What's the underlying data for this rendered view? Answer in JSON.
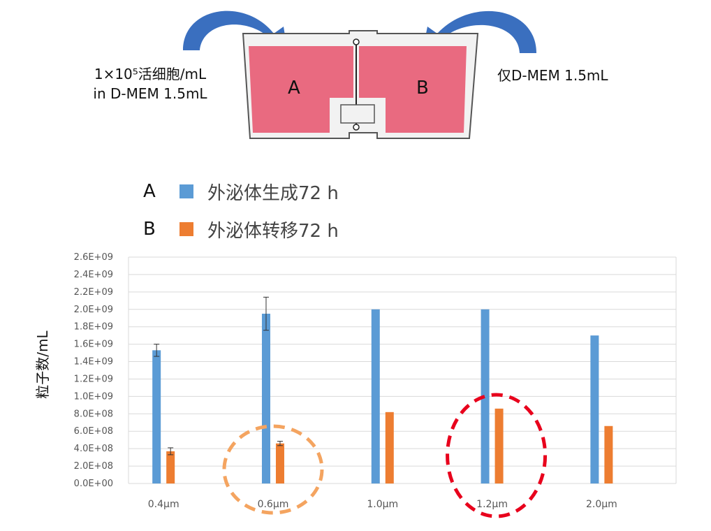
{
  "diagram": {
    "left_text_line1": "1×10⁵活细胞/mL",
    "left_text_line2": "in D-MEM 1.5mL",
    "right_text": "仅D-MEM 1.5mL",
    "chamber_a_label": "A",
    "chamber_b_label": "B",
    "colors": {
      "medium": "#e96a80",
      "arrow": "#3a6fbf",
      "frame": "#555555"
    }
  },
  "legend": [
    {
      "key": "A",
      "text": "外泌体生成72 h",
      "color": "#5b9bd5"
    },
    {
      "key": "B",
      "text": "外泌体转移72 h",
      "color": "#ed7d31"
    }
  ],
  "chart_data": {
    "type": "bar",
    "ylabel": "粒子数/mL",
    "xlabel": "",
    "categories": [
      "0.4μm",
      "0.6μm",
      "1.0μm",
      "1.2μm",
      "2.0μm"
    ],
    "series": [
      {
        "name": "外泌体生成72 h",
        "color": "#5b9bd5",
        "values": [
          1530000000.0,
          1950000000.0,
          2000000000.0,
          2000000000.0,
          1700000000.0
        ],
        "errors": [
          70000000.0,
          190000000.0,
          null,
          null,
          null
        ]
      },
      {
        "name": "外泌体转移72 h",
        "color": "#ed7d31",
        "values": [
          370000000.0,
          460000000.0,
          820000000.0,
          860000000.0,
          660000000.0
        ],
        "errors": [
          40000000.0,
          25000000.0,
          null,
          null,
          null
        ]
      }
    ],
    "ylim": [
      0,
      2600000000.0
    ],
    "yticks": [
      "0.0E+00",
      "2.0E+08",
      "4.0E+08",
      "6.0E+08",
      "8.0E+08",
      "1.0E+09",
      "1.2E+09",
      "1.4E+09",
      "1.6E+09",
      "1.8E+09",
      "2.0E+09",
      "2.2E+09",
      "2.4E+09",
      "2.6E+09"
    ],
    "grid": true,
    "highlights": [
      {
        "category": "0.6μm",
        "color": "#f4a460",
        "style": "dashed"
      },
      {
        "category": "1.2μm",
        "color": "#e8001c",
        "style": "dashed"
      }
    ]
  }
}
